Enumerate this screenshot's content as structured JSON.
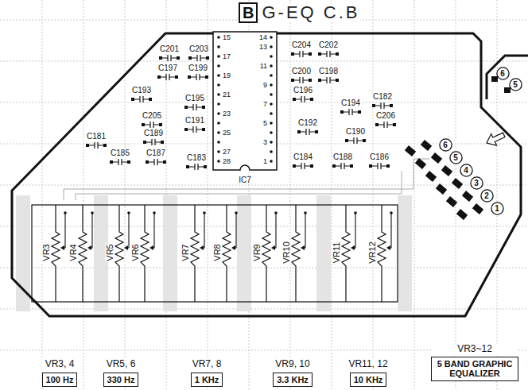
{
  "diagram": {
    "title": "G-EQ C.B",
    "nodes": [
      {
        "text": [
          "B"
        ]
      },
      {
        "text": [
          "6"
        ]
      },
      {
        "text": [
          "5"
        ]
      },
      {
        "text": [
          "6"
        ]
      },
      {
        "text": [
          "5"
        ]
      },
      {
        "text": [
          "4"
        ]
      },
      {
        "text": [
          "3"
        ]
      },
      {
        "text": [
          "2"
        ]
      },
      {
        "text": [
          "1"
        ]
      },
      {
        "text": [
          "VR3, 4",
          "100 Hz"
        ]
      },
      {
        "text": [
          "VR5, 6",
          "330 Hz"
        ]
      },
      {
        "text": [
          "VR7, 8",
          "1 KHz"
        ]
      },
      {
        "text": [
          "VR9, 10",
          "3.3 KHz"
        ]
      },
      {
        "text": [
          "VR11, 12",
          "10 KHz"
        ]
      },
      {
        "text": [
          "VR3~12",
          "5 BAND GRAPHIC EQUALIZER"
        ]
      }
    ],
    "labels": [
      "C201",
      "C203",
      "C197",
      "C199",
      "C193",
      "C195",
      "C205",
      "C191",
      "C181",
      "C189",
      "C185",
      "C187",
      "C183",
      "C204",
      "C202",
      "C200",
      "C198",
      "C196",
      "C182",
      "C194",
      "C206",
      "C192",
      "C190",
      "C184",
      "C188",
      "C186",
      "15",
      "17",
      "19",
      "21",
      "23",
      "25",
      "27",
      "28",
      "14",
      "13",
      "11",
      "9",
      "7",
      "5",
      "3",
      "1",
      "IC7",
      "VR3",
      "VR4",
      "VR5",
      "VR6",
      "VR7",
      "VR8",
      "VR9",
      "VR10",
      "VR11",
      "VR12"
    ]
  }
}
